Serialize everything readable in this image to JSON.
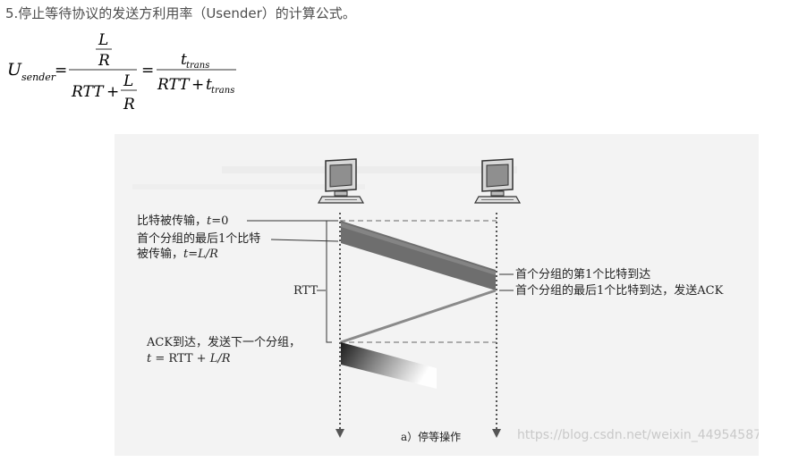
{
  "heading": "5.停止等待协议的发送方利用率（Usender）的计算公式。",
  "formula": {
    "U": "U",
    "sender": "sender",
    "eq": "=",
    "plus": "+",
    "L": "L",
    "R": "R",
    "RTT": "RTT",
    "t": "t",
    "trans": "trans"
  },
  "diagram": {
    "label_t0_a": "比特被传输，",
    "label_t0_b": "t",
    "label_t0_c": "=0",
    "label_last_1": "首个分组的最后1个比特",
    "label_last_2a": "被传输，",
    "label_last_2b": "t",
    "label_last_2c": "=L/R",
    "label_rtt": "RTT",
    "label_first_arrive": "首个分组的第1个比特到达",
    "label_last_arrive": "首个分组的最后1个比特到达，发送ACK",
    "label_ack_1": "ACK到达，发送下一个分组，",
    "label_ack_2a": "t",
    "label_ack_2b": " = RTT + ",
    "label_ack_2c": "L/R",
    "caption": "a）停等操作",
    "watermark": "https://blog.csdn.net/weixin_44954587"
  },
  "colors": {
    "packet_band": "#6e6e6e",
    "ack_line": "#8a8a8a",
    "dotted_axis": "#555555"
  },
  "icons": [
    "computer-monitor-icon",
    "computer-monitor-icon"
  ]
}
